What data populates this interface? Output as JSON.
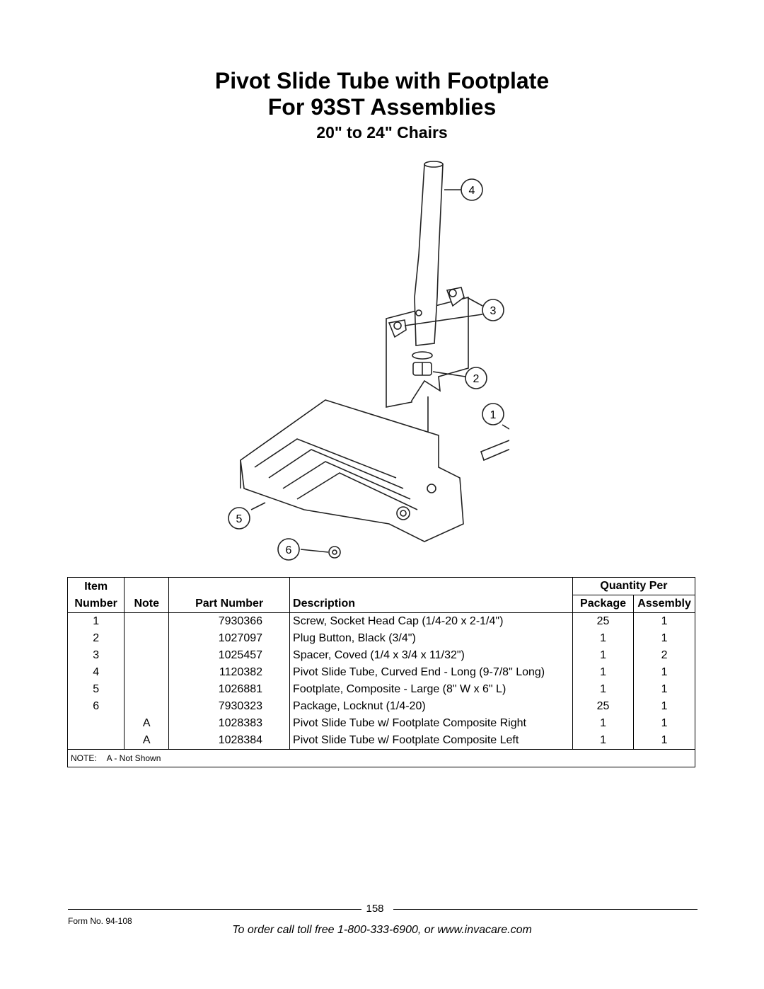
{
  "title": {
    "line1": "Pivot Slide Tube with Footplate",
    "line2": "For 93ST Assemblies",
    "line3": "20\" to 24\" Chairs"
  },
  "diagram": {
    "callouts": [
      "1",
      "2",
      "3",
      "4",
      "5",
      "6"
    ]
  },
  "table": {
    "headers": {
      "item_top": "Item",
      "item_bottom": "Number",
      "note": "Note",
      "part_number": "Part Number",
      "description": "Description",
      "quantity_per": "Quantity Per",
      "package": "Package",
      "assembly": "Assembly"
    },
    "rows": [
      {
        "item": "1",
        "note": "",
        "part": "7930366",
        "desc": "Screw, Socket Head Cap (1/4-20 x 2-1/4\")",
        "package": "25",
        "assembly": "1"
      },
      {
        "item": "2",
        "note": "",
        "part": "1027097",
        "desc": "Plug Button, Black (3/4\")",
        "package": "1",
        "assembly": "1"
      },
      {
        "item": "3",
        "note": "",
        "part": "1025457",
        "desc": "Spacer, Coved (1/4 x 3/4 x 11/32\")",
        "package": "1",
        "assembly": "2"
      },
      {
        "item": "4",
        "note": "",
        "part": "1120382",
        "desc": "Pivot Slide Tube, Curved End - Long (9-7/8\" Long)",
        "package": "1",
        "assembly": "1"
      },
      {
        "item": "5",
        "note": "",
        "part": "1026881",
        "desc": "Footplate, Composite - Large (8\" W x 6\" L)",
        "package": "1",
        "assembly": "1"
      },
      {
        "item": "6",
        "note": "",
        "part": "7930323",
        "desc": "Package, Locknut (1/4-20)",
        "package": "25",
        "assembly": "1"
      },
      {
        "item": "",
        "note": "A",
        "part": "1028383",
        "desc": "Pivot Slide Tube w/ Footplate Composite Right",
        "package": "1",
        "assembly": "1"
      },
      {
        "item": "",
        "note": "A",
        "part": "1028384",
        "desc": "Pivot Slide Tube w/ Footplate Composite Left",
        "package": "1",
        "assembly": "1"
      }
    ],
    "note_label": "NOTE:",
    "note_text": "A - Not Shown"
  },
  "footer": {
    "page_number": "158",
    "form_no": "Form No.  94-108",
    "order_text": "To order call toll free 1-800-333-6900, or www.invacare.com"
  }
}
